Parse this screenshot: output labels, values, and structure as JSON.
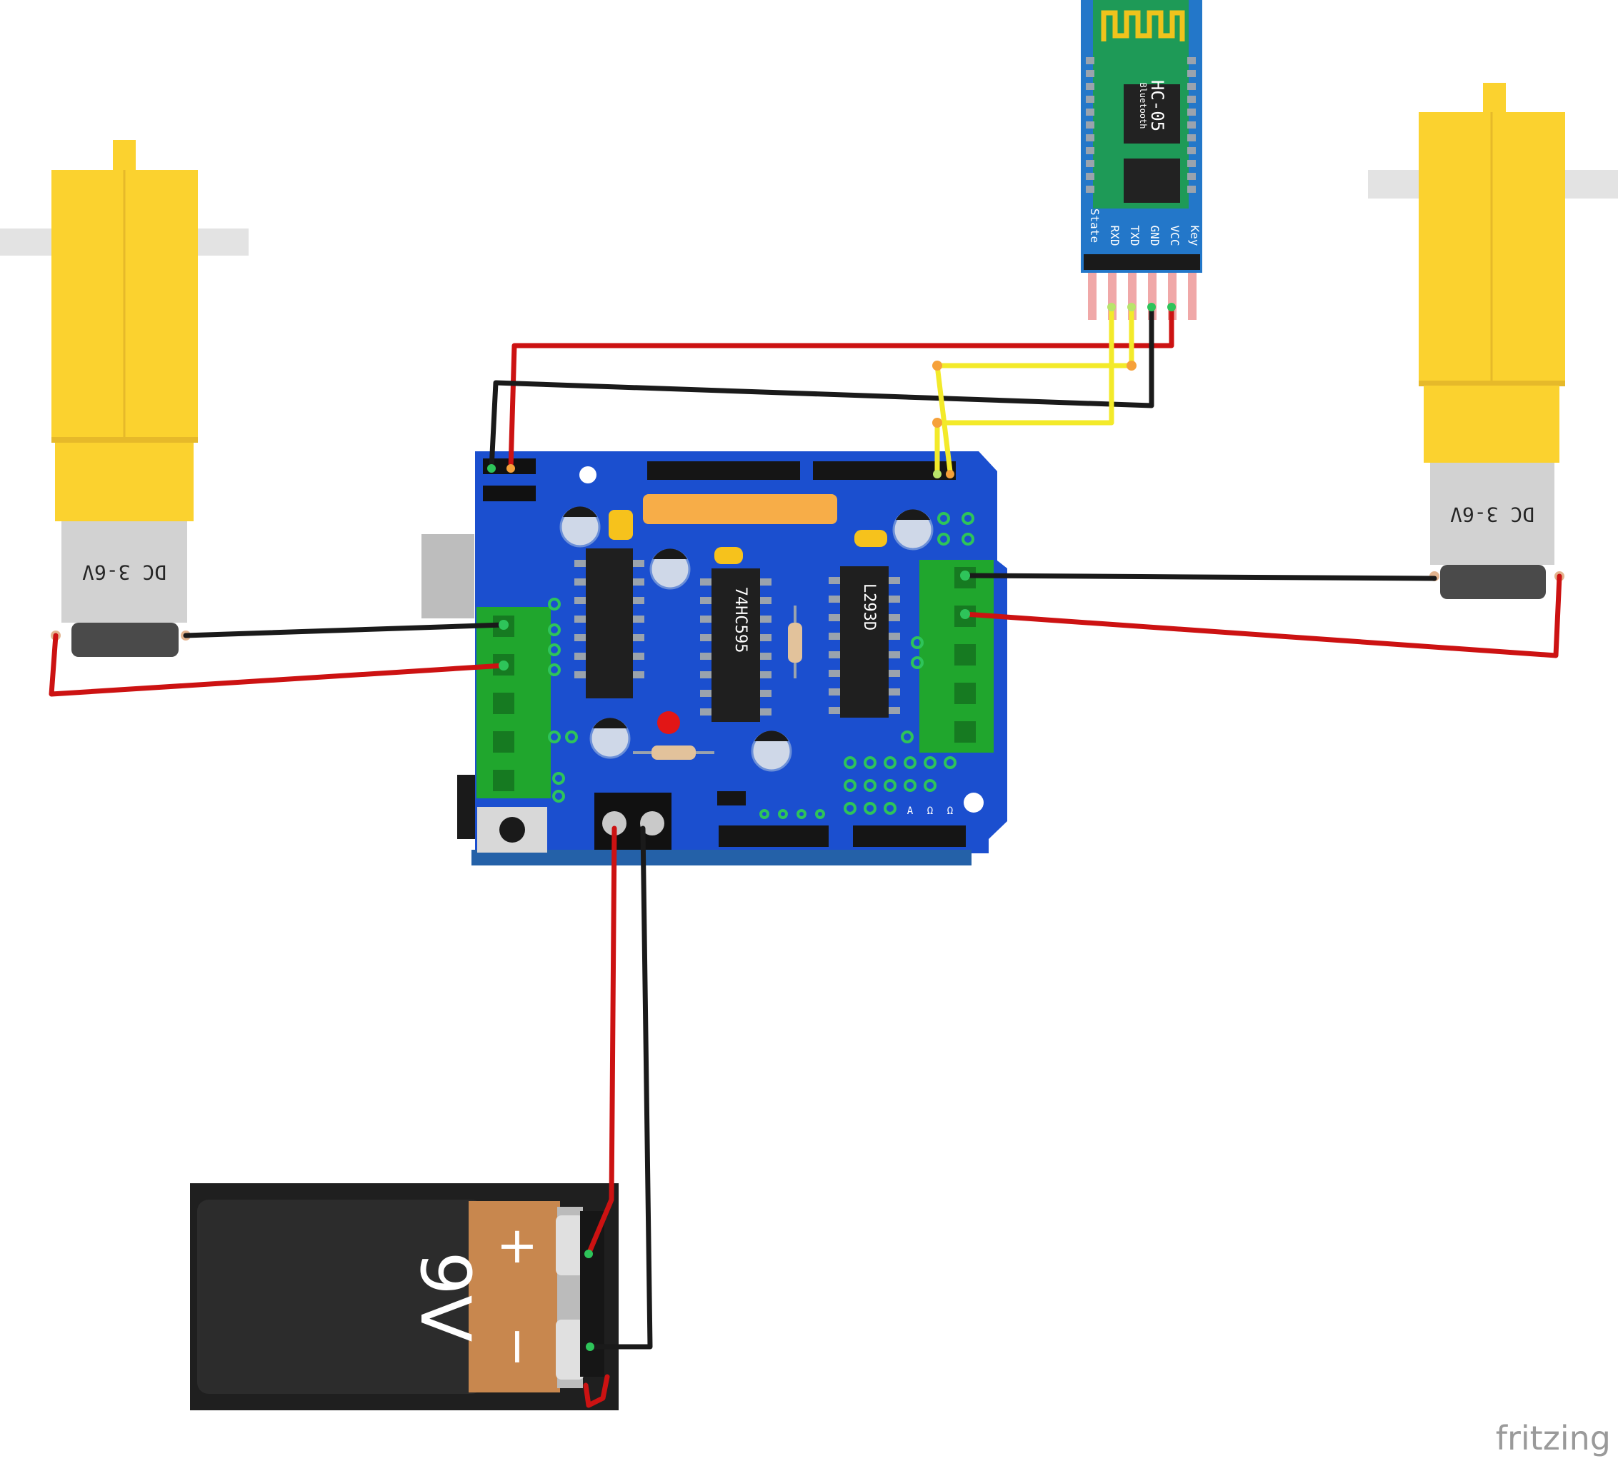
{
  "motor_left": {
    "label": "DC 3-6V"
  },
  "motor_right": {
    "label": "DC 3-6V"
  },
  "bluetooth": {
    "chip_label": "HC-05",
    "chip_sub": "Bluetooth",
    "pins": [
      "State",
      "RXD",
      "TXD",
      "GND",
      "VCC",
      "Key"
    ]
  },
  "shield": {
    "ic_shift": "74HC595",
    "ic_driver": "L293D",
    "analog_labels": [
      "A",
      "Ω",
      "Ω"
    ]
  },
  "battery": {
    "voltage": "9V",
    "plus": "+",
    "minus": "−"
  },
  "watermark": "fritzing",
  "colors": {
    "board": "#1b4fcf",
    "motor_body": "#fbd22f",
    "terminal": "#20a62d",
    "wire_red": "#cc1212",
    "wire_black": "#1a1a1a",
    "wire_yellow": "#f3ea2a",
    "bt_board": "#2377c9",
    "bt_module": "#1e9a57",
    "battery_body": "#2c2c2c",
    "battery_label": "#c8874e"
  }
}
